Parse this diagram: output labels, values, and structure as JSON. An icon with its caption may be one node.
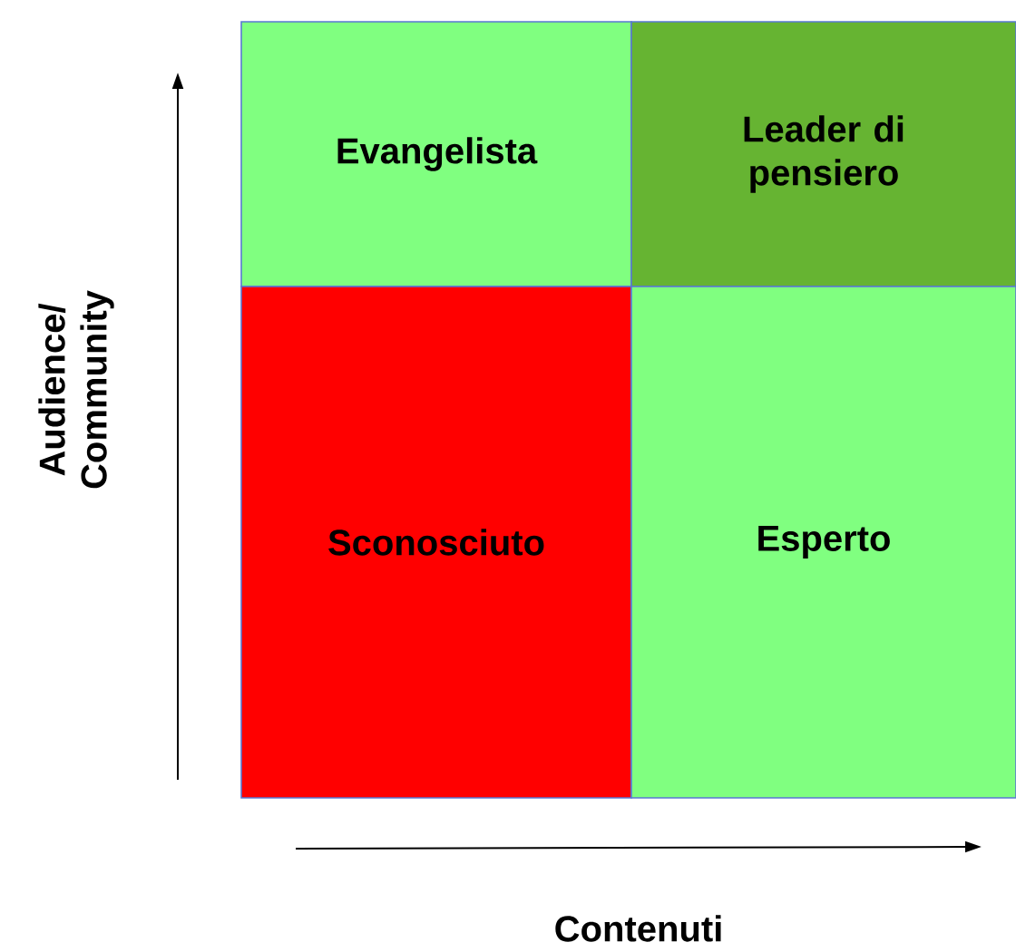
{
  "diagram": {
    "nodes": [
      {
        "text": [
          "Evangelista"
        ]
      },
      {
        "text": [
          "Leader di pensiero"
        ]
      },
      {
        "text": [
          "Sconosciuto"
        ]
      },
      {
        "text": [
          "Esperto"
        ]
      }
    ],
    "labels": [
      "Audience/ Community",
      "Contenuti"
    ]
  }
}
